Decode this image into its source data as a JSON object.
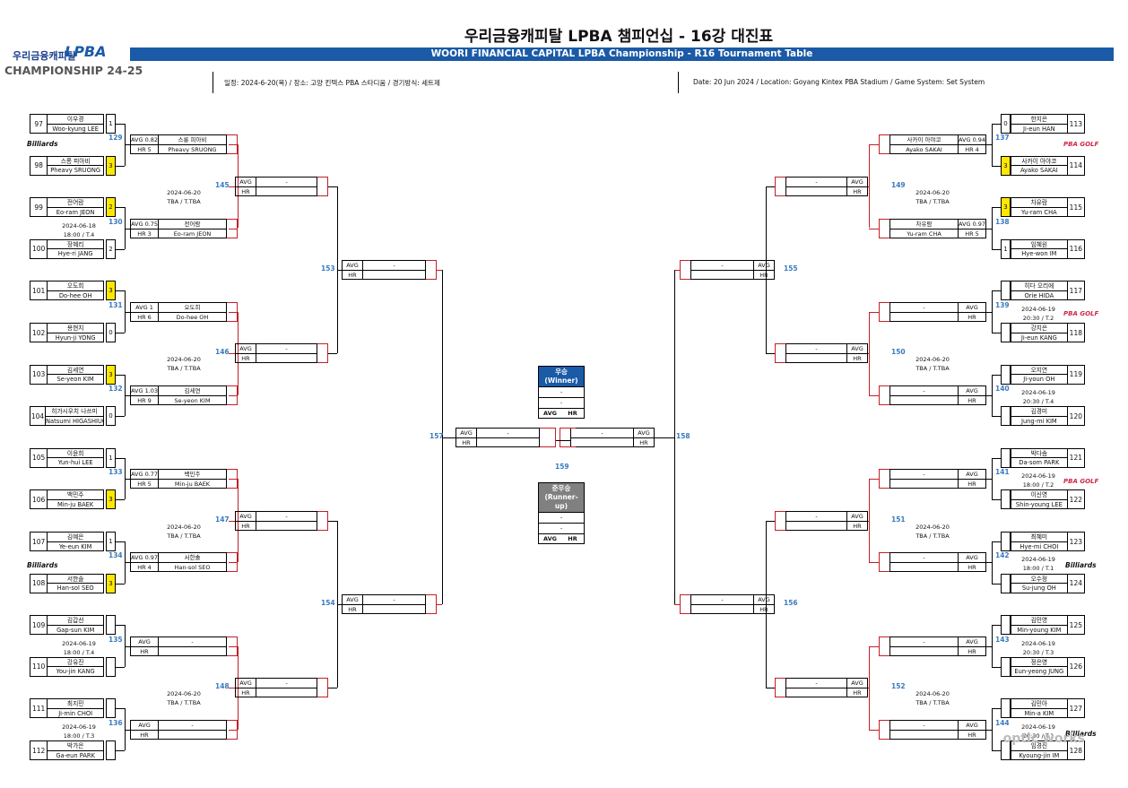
{
  "header": {
    "title": "우리금융캐피탈 LPBA 챔피언십 - 16강 대진표",
    "subtitle": "WOORI FINANCIAL CAPITAL LPBA Championship - R16 Tournament Table",
    "info_kr": "일정: 2024-6-20(목) / 장소: 고양 킨텍스 PBA 스타디움 / 경기방식: 세트제",
    "info_en": "Date: 20 Jun 2024 / Location: Goyang Kintex PBA Stadium / Game System: Set System"
  },
  "logo": {
    "kr": "우리금융캐피탈",
    "brand": "LPBA",
    "champ": "CHAMPIONSHIP 24-25"
  },
  "labels": {
    "avg": "AVG",
    "hr": "HR",
    "dash": "-",
    "billiards": "Billiards",
    "pba_golf": "PBA GOLF"
  },
  "r1": [
    {
      "num": "97",
      "kr": "이우경",
      "en": "Woo-kyung LEE",
      "score": "1",
      "win": false
    },
    {
      "num": "98",
      "kr": "스롱 피아비",
      "en": "Pheavy SRUONG",
      "score": "3",
      "win": true
    },
    {
      "num": "99",
      "kr": "전어람",
      "en": "Eo-ram JEON",
      "score": "2",
      "win": true
    },
    {
      "num": "100",
      "kr": "장혜리",
      "en": "Hye-ri JANG",
      "score": "2",
      "win": false
    },
    {
      "num": "101",
      "kr": "오도희",
      "en": "Do-hee OH",
      "score": "3",
      "win": true
    },
    {
      "num": "102",
      "kr": "용현지",
      "en": "Hyun-ji YONG",
      "score": "0",
      "win": false
    },
    {
      "num": "103",
      "kr": "김세연",
      "en": "Se-yeon KIM",
      "score": "3",
      "win": true
    },
    {
      "num": "104",
      "kr": "히가시우치 나쓰미",
      "en": "Natsumi HIGASHIUCHI",
      "score": "0",
      "win": false
    },
    {
      "num": "105",
      "kr": "이윤희",
      "en": "Yun-hui LEE",
      "score": "1",
      "win": false
    },
    {
      "num": "106",
      "kr": "백민주",
      "en": "Min-ju BAEK",
      "score": "3",
      "win": true
    },
    {
      "num": "107",
      "kr": "김예은",
      "en": "Ye-eun KIM",
      "score": "1",
      "win": false
    },
    {
      "num": "108",
      "kr": "서한솔",
      "en": "Han-sol SEO",
      "score": "3",
      "win": true
    },
    {
      "num": "109",
      "kr": "김갑선",
      "en": "Gap-sun KIM",
      "score": "",
      "win": false
    },
    {
      "num": "110",
      "kr": "강유진",
      "en": "You-jin KANG",
      "score": "",
      "win": false
    },
    {
      "num": "111",
      "kr": "최지민",
      "en": "Ji-min CHOI",
      "score": "",
      "win": false
    },
    {
      "num": "112",
      "kr": "박가은",
      "en": "Ga-eun PARK",
      "score": "",
      "win": false
    },
    {
      "num": "113",
      "kr": "한지은",
      "en": "Ji-eun HAN",
      "score": "0",
      "win": false
    },
    {
      "num": "114",
      "kr": "사카이 아야코",
      "en": "Ayako SAKAI",
      "score": "3",
      "win": true
    },
    {
      "num": "115",
      "kr": "차유람",
      "en": "Yu-ram CHA",
      "score": "3",
      "win": true
    },
    {
      "num": "116",
      "kr": "임혜원",
      "en": "Hye-won IM",
      "score": "1",
      "win": false
    },
    {
      "num": "117",
      "kr": "히다 오리에",
      "en": "Orie HIDA",
      "score": "",
      "win": false
    },
    {
      "num": "118",
      "kr": "강지은",
      "en": "Ji-eun KANG",
      "score": "",
      "win": false
    },
    {
      "num": "119",
      "kr": "오지연",
      "en": "Ji-youn OH",
      "score": "",
      "win": false
    },
    {
      "num": "120",
      "kr": "김경미",
      "en": "Jung-mi KIM",
      "score": "",
      "win": false
    },
    {
      "num": "121",
      "kr": "박다솜",
      "en": "Da-som PARK",
      "score": "",
      "win": false
    },
    {
      "num": "122",
      "kr": "이신영",
      "en": "Shin-young LEE",
      "score": "",
      "win": false
    },
    {
      "num": "123",
      "kr": "최혜미",
      "en": "Hye-mi CHOI",
      "score": "",
      "win": false
    },
    {
      "num": "124",
      "kr": "오수정",
      "en": "Su-jung OH",
      "score": "",
      "win": false
    },
    {
      "num": "125",
      "kr": "김민영",
      "en": "Min-young KIM",
      "score": "",
      "win": false
    },
    {
      "num": "126",
      "kr": "정은영",
      "en": "Eun-yeong JUNG",
      "score": "",
      "win": false
    },
    {
      "num": "127",
      "kr": "김민아",
      "en": "Min-a KIM",
      "score": "",
      "win": false
    },
    {
      "num": "128",
      "kr": "임경진",
      "en": "Kyoung-jin IM",
      "score": "",
      "win": false
    }
  ],
  "r1_matches": [
    {
      "num": "129",
      "date": "",
      "time": ""
    },
    {
      "num": "130",
      "date": "2024-06-18",
      "time": "18:00 / T.4"
    },
    {
      "num": "131",
      "date": "",
      "time": ""
    },
    {
      "num": "132",
      "date": "",
      "time": ""
    },
    {
      "num": "133",
      "date": "",
      "time": ""
    },
    {
      "num": "134",
      "date": "",
      "time": ""
    },
    {
      "num": "135",
      "date": "2024-06-19",
      "time": "18:00 / T.4"
    },
    {
      "num": "136",
      "date": "2024-06-19",
      "time": "18:00 / T.3"
    },
    {
      "num": "137",
      "date": "",
      "time": ""
    },
    {
      "num": "138",
      "date": "",
      "time": ""
    },
    {
      "num": "139",
      "date": "2024-06-19",
      "time": "20:30 / T.2"
    },
    {
      "num": "140",
      "date": "2024-06-19",
      "time": "20:30 / T.4"
    },
    {
      "num": "141",
      "date": "2024-06-19",
      "time": "18:00 / T.2"
    },
    {
      "num": "142",
      "date": "2024-06-19",
      "time": "18:00 / T.1"
    },
    {
      "num": "143",
      "date": "2024-06-19",
      "time": "20:30 / T.3"
    },
    {
      "num": "144",
      "date": "2024-06-19",
      "time": "20:30 / T.1"
    }
  ],
  "r2": [
    {
      "c1a": "AVG 0.827",
      "c2a": "스롱 피아비",
      "c1b": "HR 5",
      "c2b": "Pheavy SRUONG"
    },
    {
      "c1a": "AVG 0.750",
      "c2a": "전어람",
      "c1b": "HR 3",
      "c2b": "Eo-ram JEON"
    },
    {
      "c1a": "AVG 1",
      "c2a": "오도희",
      "c1b": "HR 6",
      "c2b": "Do-hee OH"
    },
    {
      "c1a": "AVG 1.031",
      "c2a": "김세연",
      "c1b": "HR 9",
      "c2b": "Se-yeon KIM"
    },
    {
      "c1a": "AVG 0.774",
      "c2a": "백민주",
      "c1b": "HR 5",
      "c2b": "Min-ju BAEK"
    },
    {
      "c1a": "AVG 0.974",
      "c2a": "서한솔",
      "c1b": "HR 4",
      "c2b": "Han-sol SEO"
    },
    {
      "c1a": "AVG",
      "c2a": "-",
      "c1b": "HR",
      "c2b": ""
    },
    {
      "c1a": "AVG",
      "c2a": "-",
      "c1b": "HR",
      "c2b": ""
    },
    {
      "c1a": "AVG 0.943",
      "c2a": "사카이 아야코",
      "c1b": "HR 4",
      "c2b": "Ayako SAKAI"
    },
    {
      "c1a": "AVG 0.973",
      "c2a": "차유람",
      "c1b": "HR 5",
      "c2b": "Yu-ram CHA"
    },
    {
      "c1a": "AVG",
      "c2a": "-",
      "c1b": "HR",
      "c2b": ""
    },
    {
      "c1a": "AVG",
      "c2a": "-",
      "c1b": "HR",
      "c2b": ""
    },
    {
      "c1a": "AVG",
      "c2a": "-",
      "c1b": "HR",
      "c2b": ""
    },
    {
      "c1a": "AVG",
      "c2a": "-",
      "c1b": "HR",
      "c2b": ""
    },
    {
      "c1a": "AVG",
      "c2a": "-",
      "c1b": "HR",
      "c2b": ""
    },
    {
      "c1a": "AVG",
      "c2a": "-",
      "c1b": "HR",
      "c2b": ""
    }
  ],
  "r2_matches": [
    {
      "num": "145",
      "date": "2024-06-20",
      "time": "TBA / T.TBA"
    },
    {
      "num": "146",
      "date": "2024-06-20",
      "time": "TBA / T.TBA"
    },
    {
      "num": "147",
      "date": "2024-06-20",
      "time": "TBA / T.TBA"
    },
    {
      "num": "148",
      "date": "2024-06-20",
      "time": "TBA / T.TBA"
    },
    {
      "num": "149",
      "date": "2024-06-20",
      "time": "TBA / T.TBA"
    },
    {
      "num": "150",
      "date": "2024-06-20",
      "time": "TBA / T.TBA"
    },
    {
      "num": "151",
      "date": "2024-06-20",
      "time": "TBA / T.TBA"
    },
    {
      "num": "152",
      "date": "2024-06-20",
      "time": "TBA / T.TBA"
    }
  ],
  "sf_matches": [
    {
      "num": "153"
    },
    {
      "num": "154"
    },
    {
      "num": "155"
    },
    {
      "num": "156"
    }
  ],
  "qf_matches": [
    {
      "num": "157"
    },
    {
      "num": "158"
    }
  ],
  "final": {
    "num": "159"
  },
  "winner": {
    "title": "우승",
    "sub": "(Winner)",
    "line1": "-",
    "line2": "-"
  },
  "runner": {
    "title": "준우승",
    "sub": "(Runner-up)",
    "line1": "-",
    "line2": "-"
  },
  "colors": {
    "accent": "#1a5aa6",
    "win": "#ffe800",
    "bracket_red": "#c0202a",
    "winner_bg": "#1a5aa6",
    "runner_bg": "#808080"
  },
  "watermark": "optic works"
}
